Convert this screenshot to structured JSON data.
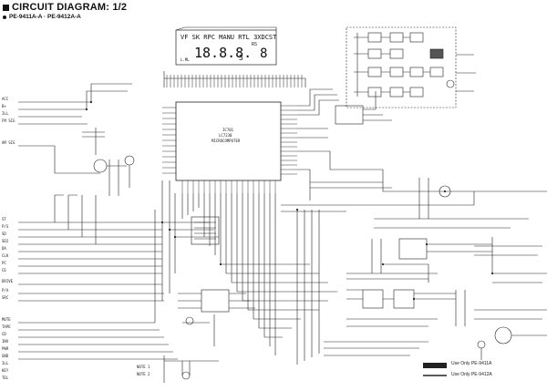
{
  "header": {
    "title": "CIRCUIT DIAGRAM: 1/2",
    "models": "PE-9411A-A · PE-9412A-A"
  },
  "display": {
    "mode_labels": "VF SK RPC MANU RTL 3XDCST",
    "digits": "18.8.8.",
    "sub_digit": "5",
    "right_digit": "8",
    "corner": "RS",
    "left_small": "L.ML"
  },
  "ic_main": {
    "ref": "IC701",
    "part": "LC7230",
    "func": "MICROCOMPUTER"
  },
  "left_labels": [
    "ACC",
    "B+",
    "ILL",
    "FM SIG",
    "AM SIG",
    "ST",
    "P/S",
    "SD",
    "SD2",
    "DA",
    "CLK",
    "PC",
    "CE",
    "DRIVE",
    "P/A",
    "SRC",
    "MUTE",
    "TAPE",
    "CD"
  ],
  "bottom_left_labels": [
    "INV",
    "PWR",
    "GND",
    "ILL",
    "KEY",
    "TEL"
  ],
  "notes": [
    "NOTE 1",
    "NOTE 2"
  ],
  "legend": {
    "item1": "Use Only PE-9411A",
    "item2": "Use Only PE-9412A"
  }
}
